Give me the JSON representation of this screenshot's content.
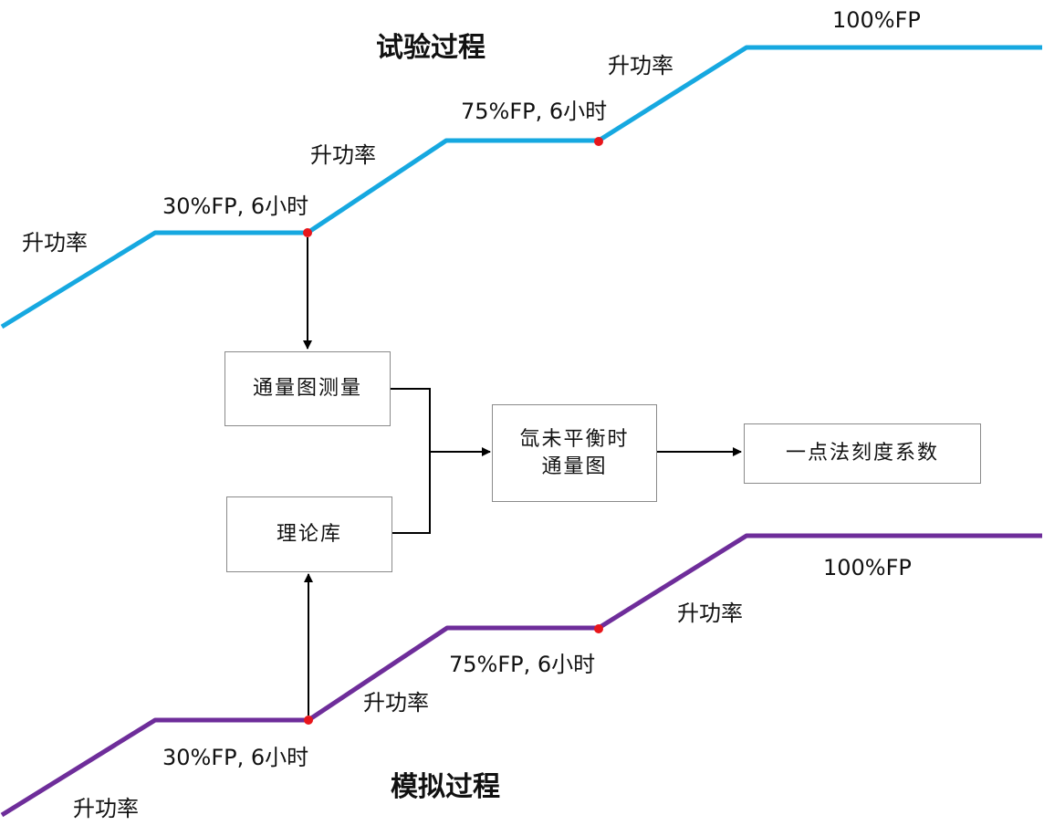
{
  "colors": {
    "test_line": "#16A8E0",
    "sim_line": "#6E2D9A",
    "point": "#E8161B",
    "arrow": "#000000"
  },
  "test_process": {
    "title": "试验过程",
    "labels": {
      "ramp1": "升功率",
      "hold1": "30%FP, 6小时",
      "ramp2": "升功率",
      "hold2": "75%FP, 6小时",
      "ramp3": "升功率",
      "full": "100%FP"
    }
  },
  "sim_process": {
    "title": "模拟过程",
    "labels": {
      "ramp1": "升功率",
      "hold1": "30%FP, 6小时",
      "ramp2": "升功率",
      "hold2": "75%FP, 6小时",
      "ramp3": "升功率",
      "full": "100%FP"
    }
  },
  "boxes": {
    "flux_measure": "通量图测量",
    "theory_lib": "理论库",
    "xenon_flux_line1": "氙未平衡时",
    "xenon_flux_line2": "通量图",
    "one_point": "一点法刻度系数"
  }
}
